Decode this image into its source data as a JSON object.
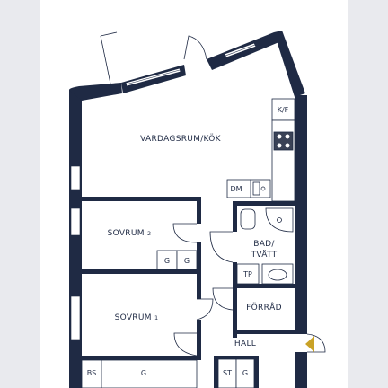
{
  "rooms": {
    "living": {
      "name": "VARDAGSRUM/KÖK"
    },
    "bedroom2": {
      "name": "SOVRUM",
      "number": "2"
    },
    "bedroom1": {
      "name": "SOVRUM",
      "number": "1"
    },
    "bath_line1": "BAD/",
    "bath_line2": "TVÄTT",
    "storage": "FÖRRÅD",
    "hall": "HALL"
  },
  "fixtures": {
    "fridge_freezer": "K/F",
    "dishwasher": "DM",
    "wardrobe": "G",
    "dryer": "TP",
    "bed_storage": "BS",
    "hall_storage": "ST"
  },
  "colors": {
    "wall": "#1f2a44",
    "floor": "#ffffff",
    "background": "#e9eaee",
    "entrance_marker": "#c9a227"
  }
}
